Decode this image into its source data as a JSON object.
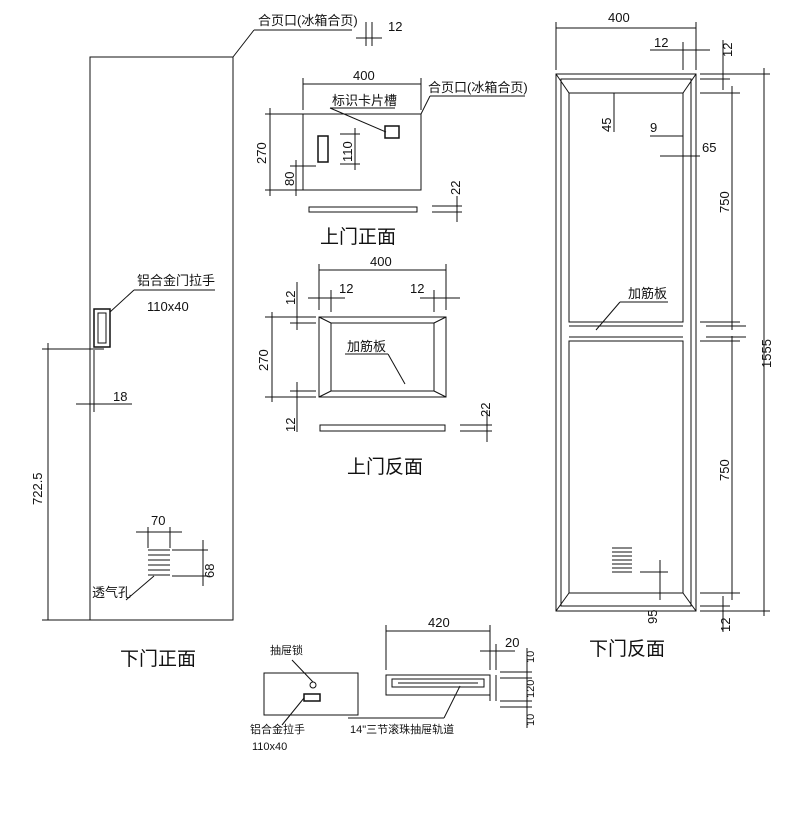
{
  "labels": {
    "hinge_top": "合页口(冰箱合页)",
    "hinge_top_dim": "12",
    "lower_front_caption": "下门正面",
    "alu_handle": "铝合金门拉手",
    "alu_handle_size": "110x40",
    "handle_offset": "18",
    "height_7225": "722.5",
    "vent_width": "70",
    "vent_height": "68",
    "vent_label": "透气孔",
    "upper_front_width": "400",
    "hinge_upper": "合页口(冰箱合页)",
    "card_slot": "标识卡片槽",
    "upper_front_height": "270",
    "card_slot_110": "110",
    "card_slot_80": "80",
    "upper_front_thk": "22",
    "upper_front_caption": "上门正面",
    "upper_back_width": "400",
    "upper_back_12a": "12",
    "upper_back_12b": "12",
    "upper_back_12c": "12",
    "upper_back_height": "270",
    "upper_back_12d": "12",
    "rib_label_upper": "加筋板",
    "upper_back_thk": "22",
    "upper_back_caption": "上门反面",
    "rear_width": "400",
    "rear_12a": "12",
    "rear_12b": "12",
    "rear_45": "45",
    "rear_9": "9",
    "rear_65": "65",
    "rear_750a": "750",
    "rib_label_rear": "加筋板",
    "rear_1555": "1555",
    "rear_750b": "750",
    "rear_95": "95",
    "rear_12c": "12",
    "lower_back_caption": "下门反面",
    "drawer_lock": "抽屉锁",
    "drawer_handle": "铝合金拉手",
    "drawer_handle_size": "110x40",
    "drawer_420": "420",
    "drawer_20": "20",
    "drawer_10a": "10",
    "drawer_120": "120",
    "drawer_10b": "10",
    "drawer_rail": "14\"三节滚珠抽屉轨道"
  }
}
